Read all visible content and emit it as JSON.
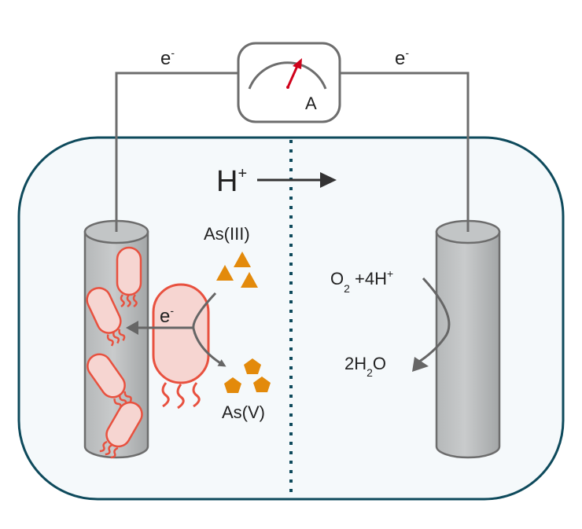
{
  "diagram": {
    "title": "Microbial fuel cell with arsenite oxidation",
    "circuit": {
      "left_wire_label": {
        "base": "e",
        "sup": "-"
      },
      "right_wire_label": {
        "base": "e",
        "sup": "-"
      },
      "ammeter_label": "A"
    },
    "membrane": {
      "proton_label": {
        "base": "H",
        "sup": "+"
      }
    },
    "anode": {
      "electron_label": {
        "base": "e",
        "sup": "-"
      },
      "reactant_label": "As(III)",
      "product_label": "As(V)",
      "reactant_count": 3,
      "product_count": 3
    },
    "cathode": {
      "reactant_label": {
        "o": "O",
        "sub": "2",
        "rest": " +4H",
        "sup": "+"
      },
      "product_label": {
        "a": "2H",
        "sub": "2",
        "b": "O"
      }
    },
    "colors": {
      "chamber_border": "#0e4a5c",
      "chamber_fill": "#f5f9fb",
      "membrane": "#0e4a5c",
      "wire": "#6d6d6d",
      "electrode": "#b8bbbc",
      "bacteria_stroke": "#e8513f",
      "bacteria_fill": "#f6d5d1",
      "arsenic": "#e38a0b",
      "needle": "#d0021b"
    }
  }
}
